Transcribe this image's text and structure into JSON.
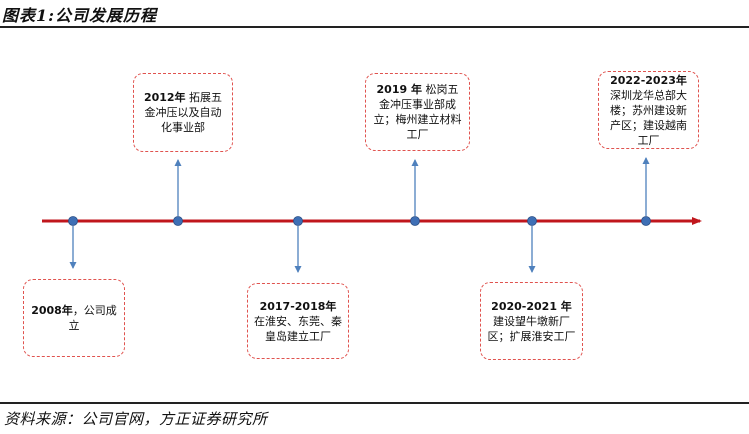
{
  "header": {
    "title": "图表1:公司发展历程"
  },
  "footer": {
    "source": "资料来源：公司官网，方正证券研究所"
  },
  "colors": {
    "timeline": "#c0161c",
    "connector": "#4f81bd",
    "node": "#3e6fb5",
    "box_border": "#e0534f"
  },
  "events": [
    {
      "year": "2008年",
      "text": "，公司成立"
    },
    {
      "year": "2012年",
      "text": " 拓展五金冲压以及自动化事业部"
    },
    {
      "year": "2017-2018年",
      "text": " 在淮安、东莞、秦皇岛建立工厂"
    },
    {
      "year": "2019 年",
      "text": " 松岗五金冲压事业部成立；梅州建立材料工厂"
    },
    {
      "year": "2020-2021 年",
      "text": " 建设望牛墩新厂区；扩展淮安工厂"
    },
    {
      "year": "2022-2023年",
      "text": " 深圳龙华总部大楼；苏州建设新产区；建设越南工厂"
    }
  ]
}
